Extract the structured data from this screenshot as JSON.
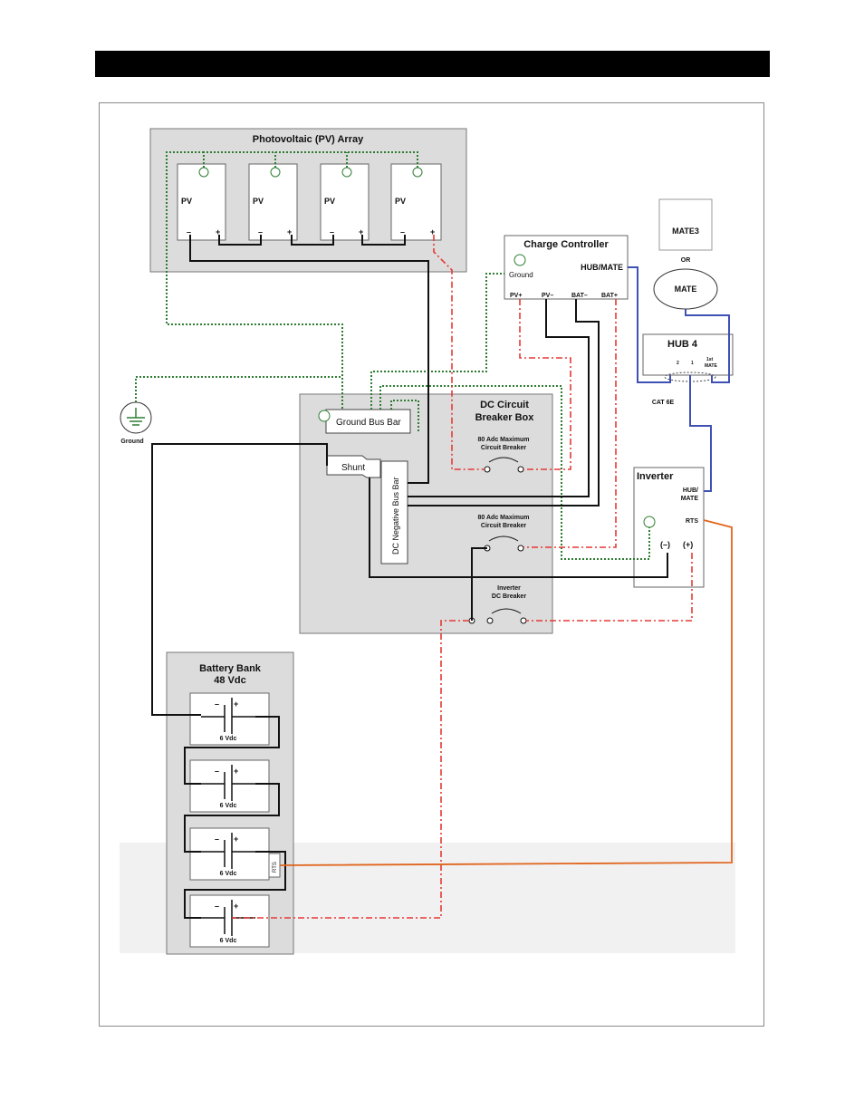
{
  "pv_array": {
    "title": "Photovoltaic (PV) Array",
    "module_label": "PV",
    "minus": "–",
    "plus": "+"
  },
  "charge_controller": {
    "title": "Charge Controller",
    "ground": "Ground",
    "hub_mate": "HUB/MATE",
    "pv_plus": "PV+",
    "pv_minus": "PV–",
    "bat_minus": "BAT–",
    "bat_plus": "BAT+"
  },
  "remotes": {
    "mate3": "MATE3",
    "or": "OR",
    "mate": "MATE"
  },
  "hub": {
    "title": "HUB 4",
    "port2": "2",
    "port1": "1",
    "port_mate": "1st",
    "port_mate2": "MATE",
    "cable": "CAT 6E"
  },
  "ground": {
    "label": "Ground"
  },
  "dc_box": {
    "title1": "DC Circuit",
    "title2": "Breaker Box",
    "ground_bus": "Ground Bus Bar",
    "shunt": "Shunt",
    "neg_bus": "DC Negative Bus Bar",
    "breaker1_a": "80 Adc Maximum",
    "breaker1_b": "Circuit Breaker",
    "breaker2_a": "80 Adc Maximum",
    "breaker2_b": "Circuit Breaker",
    "breaker3_a": "Inverter",
    "breaker3_b": "DC Breaker"
  },
  "inverter": {
    "title": "Inverter",
    "hub_mate1": "HUB/",
    "hub_mate2": "MATE",
    "rts": "RTS",
    "minus": "(–)",
    "plus": "(+)"
  },
  "battery_bank": {
    "title1": "Battery Bank",
    "title2": "48 Vdc",
    "cell_label": "6 Vdc",
    "rts": "RTS"
  },
  "colors": {
    "ground_wire": "#2e7d32",
    "positive_wire": "#e53935",
    "negative_wire": "#111111",
    "comm_wire": "#3f51b5",
    "rts_wire": "#e0661f",
    "box_fill": "#dcdcdc"
  }
}
